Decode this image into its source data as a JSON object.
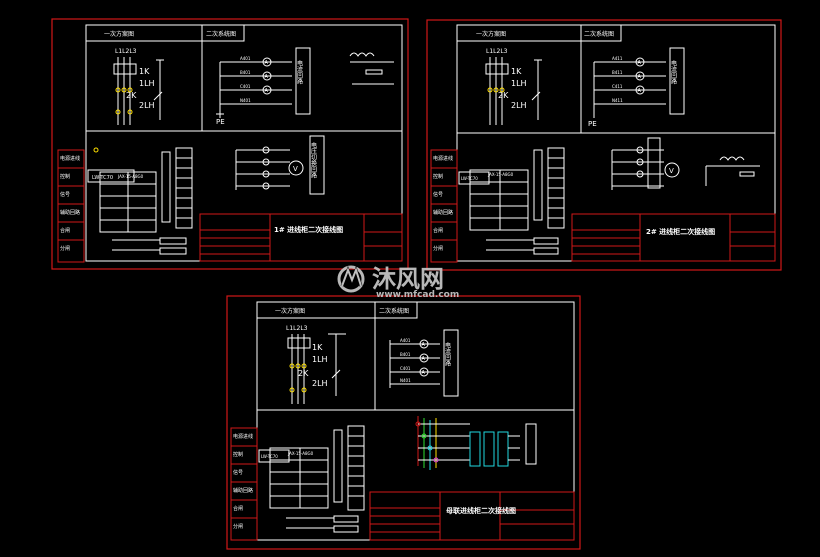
{
  "sheets": [
    {
      "primary_scheme": "一次方案图",
      "secondary_scheme": "二次系统图",
      "bus_label": "L1L2L3",
      "qs_label": "1K",
      "ct1_label": "1LH",
      "qs2_label": "2K",
      "ct2_label": "2LH",
      "pe_label": "PE",
      "current_circuit": "电流回路",
      "voltage_circuit": "电压切换回路",
      "title": "1# 进线柜二次接线图",
      "meter_labels": [
        "A401",
        "B401",
        "C401",
        "N401"
      ]
    },
    {
      "primary_scheme": "一次方案图",
      "secondary_scheme": "二次系统图",
      "bus_label": "L1L2L3",
      "qs_label": "1K",
      "ct1_label": "1LH",
      "qs2_label": "2K",
      "ct2_label": "2LH",
      "pe_label": "PE",
      "current_circuit": "电流回路",
      "title": "2# 进线柜二次接线图",
      "meter_labels": [
        "A411",
        "B411",
        "C411",
        "N411"
      ]
    },
    {
      "primary_scheme": "一次方案图",
      "secondary_scheme": "二次系统图",
      "bus_label": "L1L2L3",
      "qs_label": "1K",
      "ct1_label": "1LH",
      "qs2_label": "2K",
      "ct2_label": "2LH",
      "title": "母联进线柜二次接线图",
      "meter_labels": [
        "A401",
        "B401",
        "C401",
        "N401"
      ]
    }
  ],
  "left_labels": [
    "电源进线",
    "控制",
    "信号",
    "辅助回路",
    "合闸",
    "分闸"
  ],
  "relay_label": "LW-TC70",
  "switch_label": "JAX-15-A8G0",
  "watermark": {
    "brand": "沐风网",
    "url": "www.mfcad.com"
  },
  "colors": {
    "background": "#000000",
    "frame": "#d01818",
    "line": "#ffffff",
    "accent_cyan": "#20d8e0",
    "accent_green": "#30e030",
    "accent_yellow": "#ffe000"
  }
}
